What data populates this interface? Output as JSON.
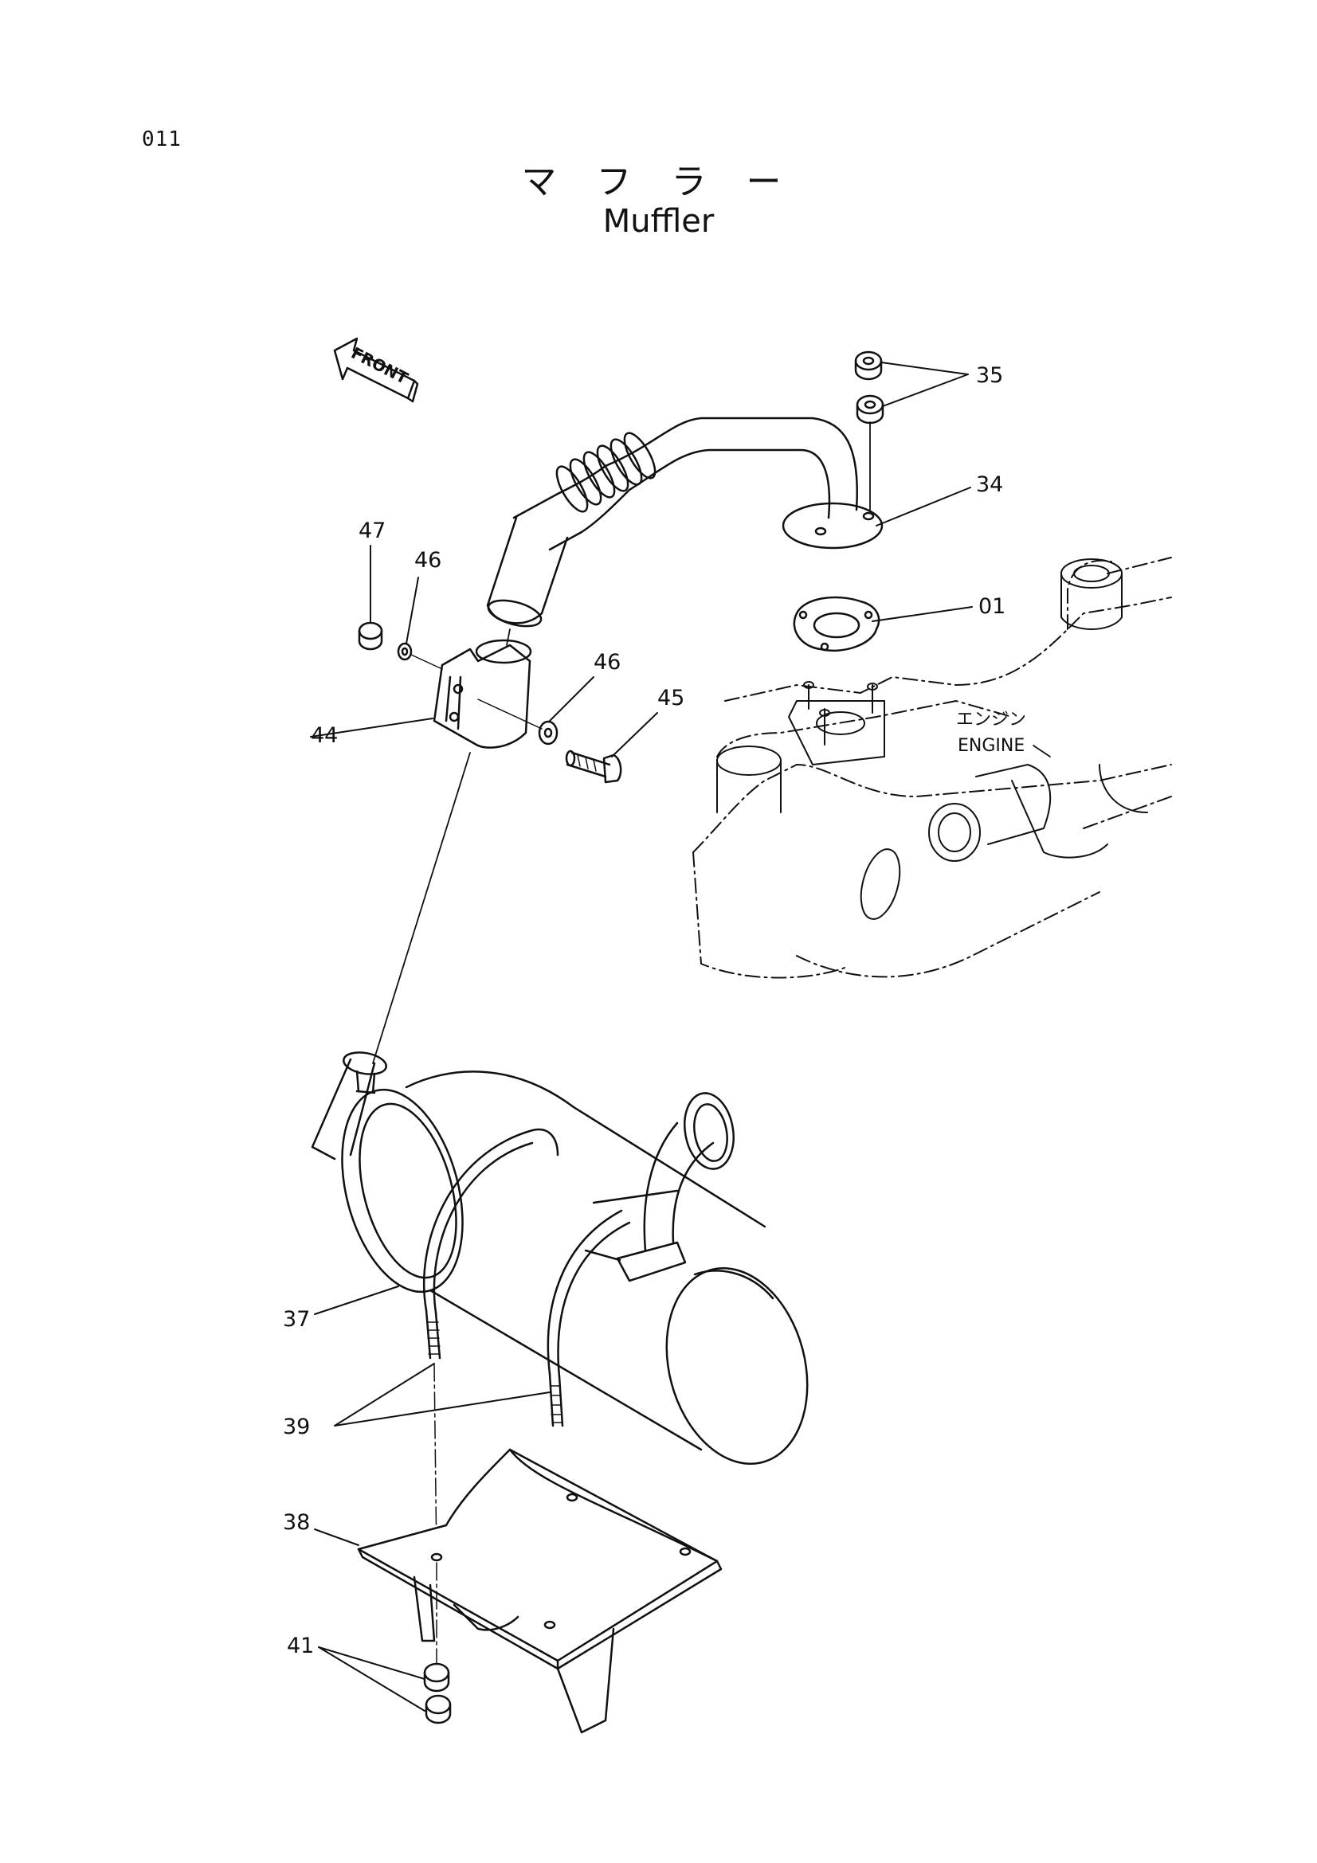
{
  "page": {
    "number": "011"
  },
  "title": {
    "japanese": "マ フ ラ ー",
    "english": "Muffler"
  },
  "front_label": "FRONT",
  "engine_label": {
    "japanese": "エンジン",
    "english": "ENGINE"
  },
  "callouts": {
    "c35": "35",
    "c34": "34",
    "c01": "01",
    "c47": "47",
    "c46a": "46",
    "c46b": "46",
    "c45": "45",
    "c44": "44",
    "c37": "37",
    "c39": "39",
    "c38": "38",
    "c41": "41"
  }
}
